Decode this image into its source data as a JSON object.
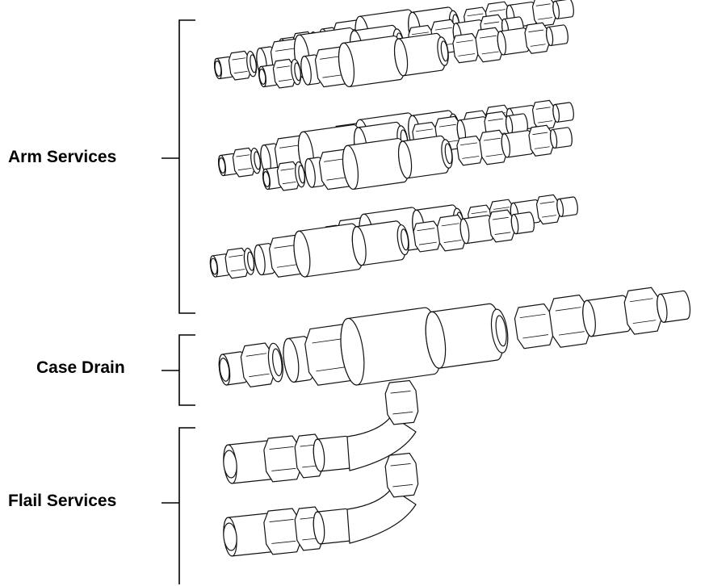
{
  "labels": {
    "arm": "Arm Services",
    "case": "Case Drain",
    "flail": "Flail Services"
  },
  "groups": [
    {
      "key": "arm",
      "assemblies": 3,
      "icon": "hydraulic-coupling-icon"
    },
    {
      "key": "case",
      "assemblies": 1,
      "icon": "hydraulic-coupling-icon"
    },
    {
      "key": "flail",
      "assemblies": 2,
      "icon": "elbow-fitting-icon"
    }
  ]
}
